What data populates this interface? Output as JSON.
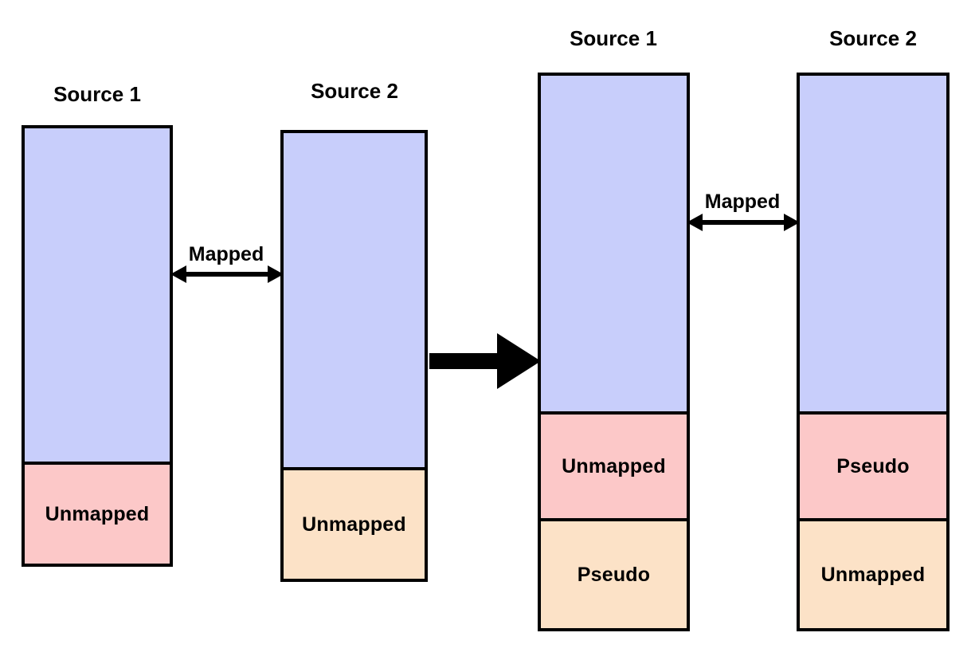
{
  "diagram": {
    "title_before": "",
    "colors": {
      "mapped_blue": "#c8ceFb",
      "unmapped_pink": "#fcc8c8",
      "pseudo_orange": "#fce2c7",
      "outline": "#000000",
      "background": "#ffffff"
    },
    "bars": [
      {
        "id": "left-source-1",
        "title": "Source 1",
        "segments": [
          {
            "label": "",
            "kind": "mapped",
            "color": "#c8ceFb"
          },
          {
            "label": "Unmapped",
            "kind": "unmapped",
            "color": "#fcc8c8"
          }
        ]
      },
      {
        "id": "left-source-2",
        "title": "Source 2",
        "segments": [
          {
            "label": "",
            "kind": "mapped",
            "color": "#c8ceFb"
          },
          {
            "label": "Unmapped",
            "kind": "unmapped",
            "color": "#fce2c7"
          }
        ]
      },
      {
        "id": "right-source-1",
        "title": "Source 1",
        "segments": [
          {
            "label": "",
            "kind": "mapped",
            "color": "#c8ceFb"
          },
          {
            "label": "Unmapped",
            "kind": "unmapped",
            "color": "#fcc8c8"
          },
          {
            "label": "Pseudo",
            "kind": "pseudo",
            "color": "#fce2c7"
          }
        ]
      },
      {
        "id": "right-source-2",
        "title": "Source 2",
        "segments": [
          {
            "label": "",
            "kind": "mapped",
            "color": "#c8ceFb"
          },
          {
            "label": "Pseudo",
            "kind": "pseudo",
            "color": "#fcc8c8"
          },
          {
            "label": "Unmapped",
            "kind": "unmapped",
            "color": "#fce2c7"
          }
        ]
      }
    ],
    "connectors": [
      {
        "id": "mapped-left",
        "label": "Mapped",
        "style": "double-arrow"
      },
      {
        "id": "mapped-right",
        "label": "Mapped",
        "style": "double-arrow"
      }
    ],
    "transform_arrow": {
      "id": "transform-arrow",
      "label": "",
      "style": "thick-right-arrow"
    }
  }
}
